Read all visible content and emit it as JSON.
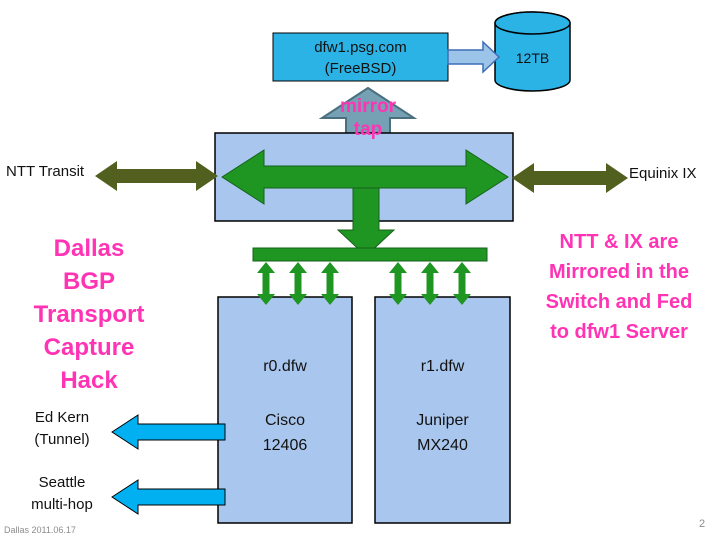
{
  "colors": {
    "cyan": "#2CB3E6",
    "light_blue_box": "#A9C7EE",
    "green": "#1F9522",
    "olive": "#51601F",
    "magenta": "#FF33B4",
    "bright_cyan": "#00B0F0",
    "steel_blue": "#76A0B3",
    "pale_blue_arrow": "#9CC3E8",
    "footer_gray": "#8C8C8C"
  },
  "server": {
    "line1": "dfw1.psg.com",
    "line2": "(FreeBSD)"
  },
  "storage": {
    "label": "12TB"
  },
  "mirror_tap": {
    "line1": "mirror",
    "line2": "tap"
  },
  "links": {
    "left": "NTT Transit",
    "right": "Equinix IX"
  },
  "left_title": {
    "line1": "Dallas",
    "line2": "BGP",
    "line3": "Transport",
    "line4": "Capture",
    "line5": "Hack"
  },
  "right_note": {
    "line1": "NTT & IX are",
    "line2": "Mirrored in the",
    "line3": "Switch and Fed",
    "line4": "to dfw1 Server"
  },
  "routers": {
    "r0": {
      "name": "r0.dfw",
      "vendor": "Cisco",
      "model": "12406"
    },
    "r1": {
      "name": "r1.dfw",
      "vendor": "Juniper",
      "model": "MX240"
    }
  },
  "tunnels": {
    "ed_kern": {
      "line1": "Ed Kern",
      "line2": "(Tunnel)"
    },
    "seattle": {
      "line1": "Seattle",
      "line2": "multi-hop"
    }
  },
  "footer": {
    "date": "Dallas 2011.06.17",
    "page": "2"
  }
}
